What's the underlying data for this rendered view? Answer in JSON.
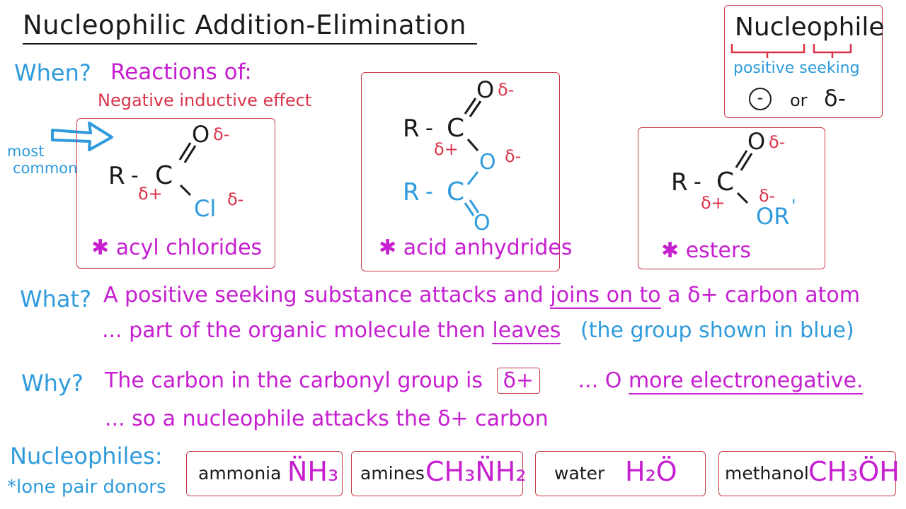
{
  "title": "Nucleophilic Addition-Elimination",
  "when": {
    "label": "When?",
    "text": "Reactions of:",
    "inductive": "Negative inductive effect",
    "most_common": "most",
    "most_common_2": "common"
  },
  "compounds": [
    {
      "name": "acyl chlorides",
      "atoms": {
        "o": "O",
        "delta_o": "δ-",
        "r": "R",
        "dash": "-",
        "c": "C",
        "delta_c": "δ+",
        "cl": "Cl",
        "delta_cl": "δ-"
      }
    },
    {
      "name": "acid anhydrides",
      "atoms": {
        "o_top": "O",
        "delta_o_top": "δ-",
        "r1": "R",
        "dash1": "-",
        "c1": "C",
        "delta_c": "δ+",
        "o_mid": "O",
        "delta_o_mid": "δ-",
        "r2": "R",
        "dash2": "-",
        "c2": "C",
        "o_bot": "O"
      }
    },
    {
      "name": "esters",
      "atoms": {
        "o": "O",
        "delta_o": "δ-",
        "r": "R",
        "dash": "-",
        "c": "C",
        "delta_c": "δ+",
        "or": "OR",
        "prime": "'",
        "delta_or": "δ-"
      }
    }
  ],
  "nucleophile_box": {
    "word_a": "Nucleo",
    "word_b": "phile",
    "meaning_1": "positive",
    "meaning_2": "seeking",
    "minus": "-",
    "or": "or",
    "delta": "δ-"
  },
  "what": {
    "label": "What?",
    "line1_a": "A positive seeking substance attacks and",
    "line1_b": "joins on to",
    "line1_c": "a δ+ carbon atom",
    "line2_a": "... part of the organic molecule then",
    "line2_b": "leaves",
    "line2_c": "(the group shown in blue)"
  },
  "why": {
    "label": "Why?",
    "line1_a": "The carbon in the carbonyl group is",
    "line1_box": "δ+",
    "line1_b": "... O",
    "line1_c": "more electronegative.",
    "line2": "... so a nucleophile attacks the δ+ carbon"
  },
  "nucleophiles": {
    "label": "Nucleophiles:",
    "sublabel": "*lone pair donors",
    "items": [
      {
        "name": "ammonia",
        "formula": "N̈H₃"
      },
      {
        "name": "amines",
        "formula": "CH₃N̈H₂"
      },
      {
        "name": "water",
        "formula": "H₂Ö"
      },
      {
        "name": "methanol",
        "formula": "CH₃ÖH"
      }
    ]
  },
  "star": "✱",
  "colors": {
    "black": "#1a1a1a",
    "blue": "#2f9bdc",
    "magenta": "#c61fd0",
    "red": "#d9344a"
  }
}
